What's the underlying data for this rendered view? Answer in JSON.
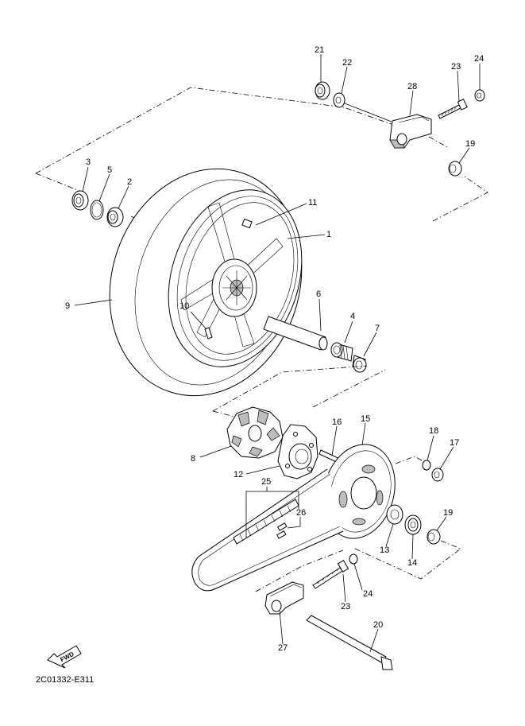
{
  "callouts": [
    {
      "id": "c21",
      "text": "21"
    },
    {
      "id": "c22",
      "text": "22"
    },
    {
      "id": "c23a",
      "text": "23"
    },
    {
      "id": "c24a",
      "text": "24"
    },
    {
      "id": "c28",
      "text": "28"
    },
    {
      "id": "c19a",
      "text": "19"
    },
    {
      "id": "c3",
      "text": "3"
    },
    {
      "id": "c5",
      "text": "5"
    },
    {
      "id": "c2",
      "text": "2"
    },
    {
      "id": "c11",
      "text": "11"
    },
    {
      "id": "c1",
      "text": "1"
    },
    {
      "id": "c9",
      "text": "9"
    },
    {
      "id": "c10",
      "text": "10"
    },
    {
      "id": "c6",
      "text": "6"
    },
    {
      "id": "c4",
      "text": "4"
    },
    {
      "id": "c7",
      "text": "7"
    },
    {
      "id": "c16",
      "text": "16"
    },
    {
      "id": "c15",
      "text": "15"
    },
    {
      "id": "c18",
      "text": "18"
    },
    {
      "id": "c17",
      "text": "17"
    },
    {
      "id": "c8",
      "text": "8"
    },
    {
      "id": "c12",
      "text": "12"
    },
    {
      "id": "c25",
      "text": "25"
    },
    {
      "id": "c26",
      "text": "26"
    },
    {
      "id": "c19b",
      "text": "19"
    },
    {
      "id": "c13",
      "text": "13"
    },
    {
      "id": "c14",
      "text": "14"
    },
    {
      "id": "c24b",
      "text": "24"
    },
    {
      "id": "c23b",
      "text": "23"
    },
    {
      "id": "c20",
      "text": "20"
    },
    {
      "id": "c27",
      "text": "27"
    }
  ],
  "fwd_label": "FWD",
  "drawing_code": "2C01332-E311"
}
